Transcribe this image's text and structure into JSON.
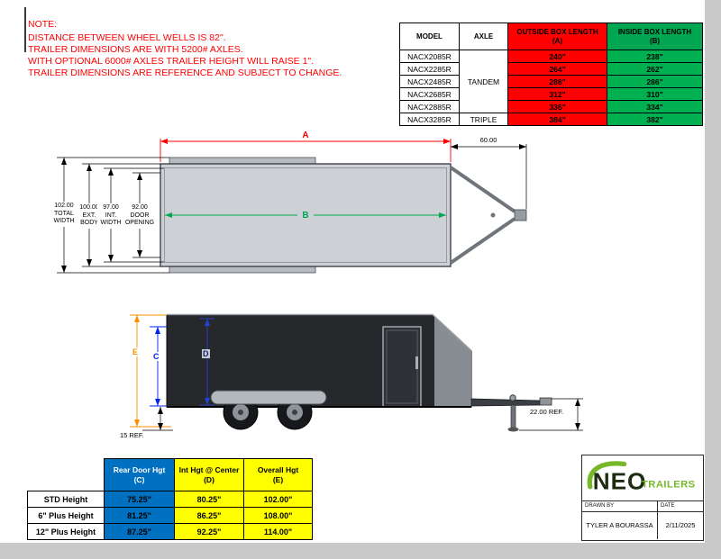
{
  "notes": {
    "title": "NOTE:",
    "lines": [
      "DISTANCE BETWEEN WHEEL WELLS IS 82\".",
      "TRAILER DIMENSIONS ARE WITH 5200# AXLES.",
      "WITH OPTIONAL 6000# AXLES TRAILER HEIGHT WILL RAISE 1\".",
      "TRAILER DIMENSIONS ARE REFERENCE AND SUBJECT TO CHANGE."
    ]
  },
  "model_table": {
    "col_model": "MODEL",
    "col_axle": "AXLE",
    "col_outside_line1": "OUTSIDE BOX LENGTH",
    "col_outside_line2": "(A)",
    "col_inside_line1": "INSIDE BOX LENGTH",
    "col_inside_line2": "(B)",
    "axle_tandem": "TANDEM",
    "axle_triple": "TRIPLE",
    "rows": [
      {
        "model": "NACX2085R",
        "outside": "240\"",
        "inside": "238\""
      },
      {
        "model": "NACX2285R",
        "outside": "264\"",
        "inside": "262\""
      },
      {
        "model": "NACX2485R",
        "outside": "288\"",
        "inside": "286\""
      },
      {
        "model": "NACX2685R",
        "outside": "312\"",
        "inside": "310\""
      },
      {
        "model": "NACX2885R",
        "outside": "336\"",
        "inside": "334\""
      },
      {
        "model": "NACX3285R",
        "outside": "384\"",
        "inside": "382\""
      }
    ],
    "colors": {
      "outside_bg": "#FF0000",
      "inside_bg": "#00B050",
      "header_text": "#FFFF00"
    }
  },
  "top_view": {
    "dim_a": "A",
    "dim_b": "B",
    "dim_tongue": "60.00",
    "width_dims": [
      {
        "value": "102.00",
        "l1": "TOTAL",
        "l2": "WIDTH"
      },
      {
        "value": "100.00",
        "l1": "EXT.",
        "l2": "BODY"
      },
      {
        "value": "97.00",
        "l1": "INT.",
        "l2": "WIDTH"
      },
      {
        "value": "92.00",
        "l1": "DOOR",
        "l2": "OPENING"
      }
    ]
  },
  "side_view": {
    "dim_e": "E",
    "dim_c": "C",
    "dim_d": "D",
    "tongue_height_ref": "22.00 REF.",
    "rear_ref": "15 REF."
  },
  "height_table": {
    "col_c_line1": "Rear Door Hgt",
    "col_c_line2": "(C)",
    "col_d_line1": "Int Hgt @ Center",
    "col_d_line2": "(D)",
    "col_e_line1": "Overall Hgt",
    "col_e_line2": "(E)",
    "rows": [
      {
        "label": "STD Height",
        "c": "75.25\"",
        "d": "80.25\"",
        "e": "102.00\""
      },
      {
        "label": "6\" Plus Height",
        "c": "81.25\"",
        "d": "86.25\"",
        "e": "108.00\""
      },
      {
        "label": "12\" Plus Height",
        "c": "87.25\"",
        "d": "92.25\"",
        "e": "114.00\""
      }
    ],
    "colors": {
      "c_bg": "#0070C0",
      "d_bg": "#FFFF00",
      "e_bg": "#FFFF00"
    }
  },
  "title_block": {
    "brand_neo": "NEO",
    "brand_trailers": "TRAILERS",
    "drawn_by_label": "DRAWN BY",
    "date_label": "DATE",
    "drawn_by": "TYLER A BOURASSA",
    "date": "2/11/2025"
  }
}
